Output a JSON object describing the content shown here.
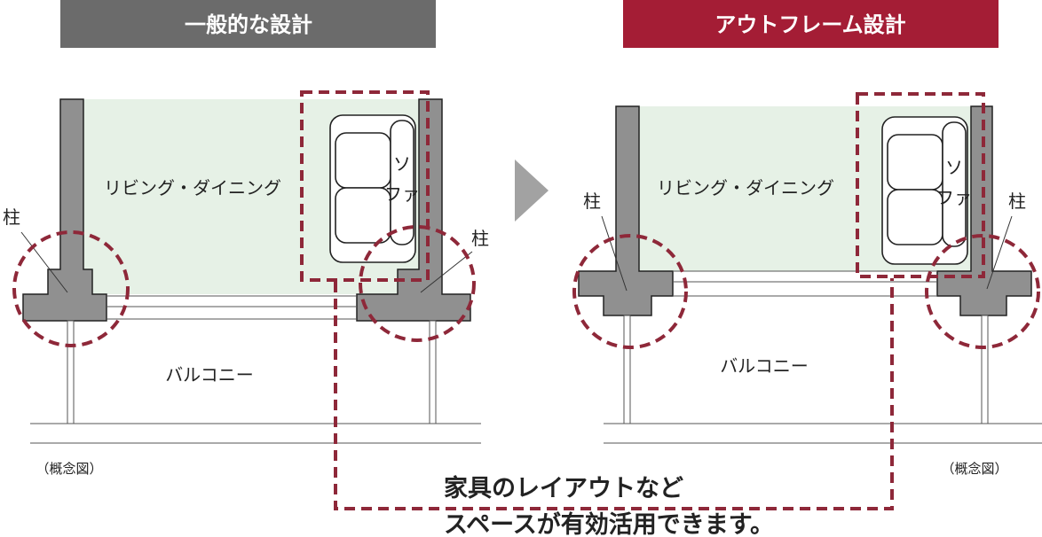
{
  "left": {
    "header": "一般的な設計",
    "room_label": "リビング・ダイニング",
    "sofa_label": "ソファ",
    "column_label_left": "柱",
    "column_label_right": "柱",
    "balcony_label": "バルコニー",
    "note": "（概念図）"
  },
  "right": {
    "header": "アウトフレーム設計",
    "room_label": "リビング・ダイニング",
    "sofa_label": "ソファ",
    "column_label_left": "柱",
    "column_label_right": "柱",
    "balcony_label": "バルコニー",
    "note": "（概念図）"
  },
  "caption": {
    "line1": "家具のレイアウトなど",
    "line2": "スペースが有効活用できます。"
  },
  "colors": {
    "accent": "#a41d35",
    "header_gray": "#6b6b6b",
    "room_fill": "#e6f1e6",
    "wall_fill": "#909090",
    "dash": "#8e2839",
    "arrow": "#a2a2a2"
  }
}
